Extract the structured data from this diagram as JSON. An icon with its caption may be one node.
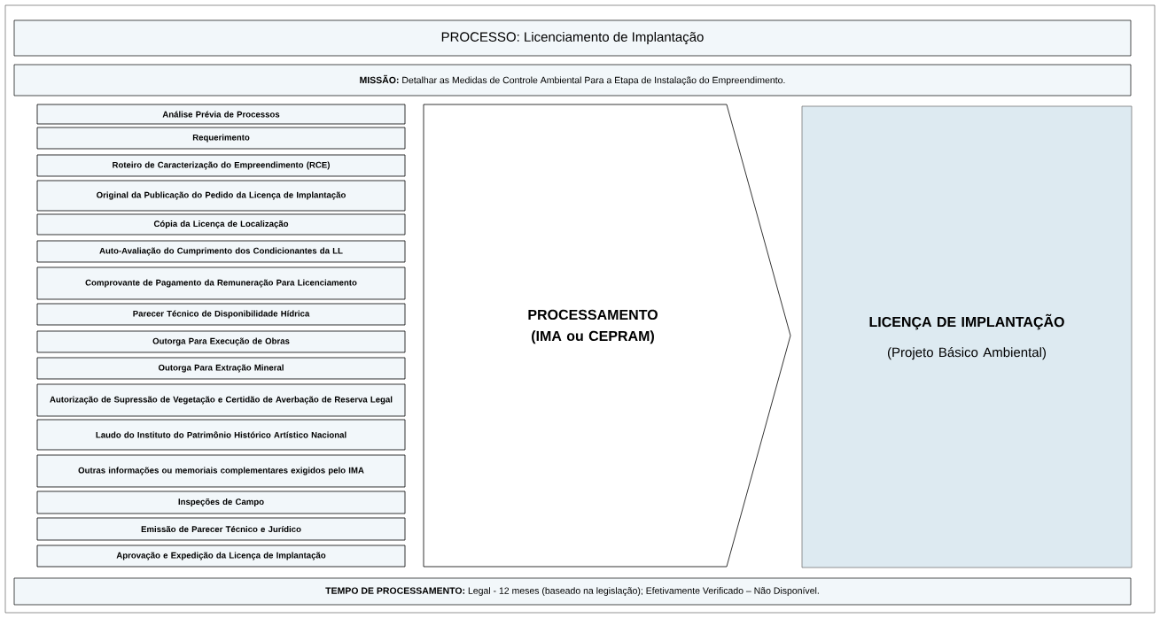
{
  "diagram": {
    "nodes": [
      {
        "text": [
          "PROCESSO: Licenciamento de Implantação"
        ]
      },
      {
        "text": [
          "**MISSÃO:** Detalhar as Medidas de Controle Ambiental Para a Etapa de Instalação do Empreendimento."
        ]
      },
      {
        "text": [
          "Análise Prévia de Processos"
        ]
      },
      {
        "text": [
          "Requerimento"
        ]
      },
      {
        "text": [
          "Roteiro de Caracterização do Empreendimento (RCE)"
        ]
      },
      {
        "text": [
          "Original da Publicação do Pedido da Licença de Implantação"
        ]
      },
      {
        "text": [
          "Cópia da Licença de Localização"
        ]
      },
      {
        "text": [
          "Auto-Avaliação do Cumprimento dos Condicionantes da LL"
        ]
      },
      {
        "text": [
          "Comprovante de Pagamento da Remuneração Para Licenciamento"
        ]
      },
      {
        "text": [
          "Parecer Técnico de Disponibilidade Hídrica"
        ]
      },
      {
        "text": [
          "Outorga Para Execução de Obras"
        ]
      },
      {
        "text": [
          "Outorga Para Extração Mineral"
        ]
      },
      {
        "text": [
          "Autorização de Supressão de Vegetação e Certidão de Averbação de Reserva Legal"
        ]
      },
      {
        "text": [
          "Laudo do Instituto do Patrimônio Histórico Artístico Nacional"
        ]
      },
      {
        "text": [
          "Outras informações ou memoriais complementares exigidos pelo IMA"
        ]
      },
      {
        "text": [
          "Inspeções de Campo"
        ]
      },
      {
        "text": [
          "Emissão de Parecer Técnico e Jurídico"
        ]
      },
      {
        "text": [
          "Aprovação e Expedição da Licença de Implantação"
        ]
      },
      {
        "text": [
          "PROCESSAMENTO (IMA ou CEPRAM)"
        ]
      },
      {
        "text": [
          "LICENÇA DE IMPLANTAÇÃO",
          "(Projeto Básico Ambiental)"
        ]
      },
      {
        "text": [
          "**TEMPO DE PROCESSAMENTO:** Legal - 12 meses (baseado na legislação); Efetivamente Verificado – Não Disponível."
        ]
      }
    ]
  }
}
